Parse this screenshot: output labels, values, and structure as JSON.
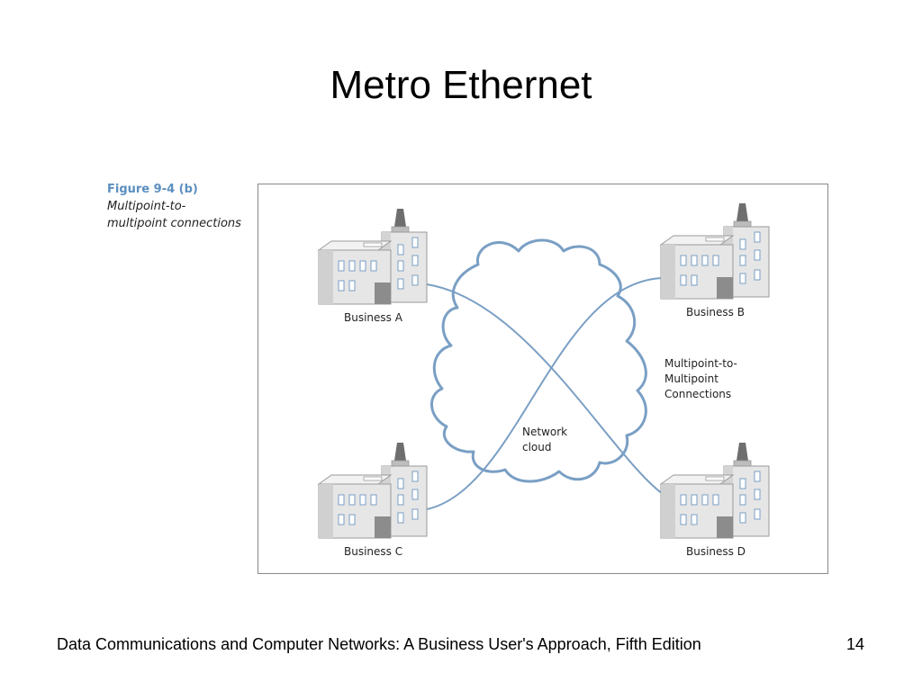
{
  "slide": {
    "title": "Metro Ethernet",
    "footer": "Data Communications and Computer Networks: A Business User's Approach, Fifth Edition",
    "page_number": "14"
  },
  "figure": {
    "number": "Figure 9-4 (b)",
    "description_line1": "Multipoint-to-",
    "description_line2": "multipoint connections",
    "cloud_label_line1": "Network",
    "cloud_label_line2": "cloud",
    "connection_label_line1": "Multipoint-to-",
    "connection_label_line2": "Multipoint",
    "connection_label_line3": "Connections",
    "businesses": [
      "Business A",
      "Business B",
      "Business C",
      "Business D"
    ]
  },
  "colors": {
    "cloud_stroke": "#7a9fc4",
    "line_stroke": "#7a9fc4",
    "figure_number": "#5b8fc0",
    "building_face": "#e6e6e6",
    "building_side": "#d0d0d0",
    "building_roof": "#f2f2f2",
    "window_fill": "#ffffff",
    "window_stroke": "#7a9fc4",
    "door": "#8c8c8c",
    "chimney": "#6e6e6e"
  }
}
